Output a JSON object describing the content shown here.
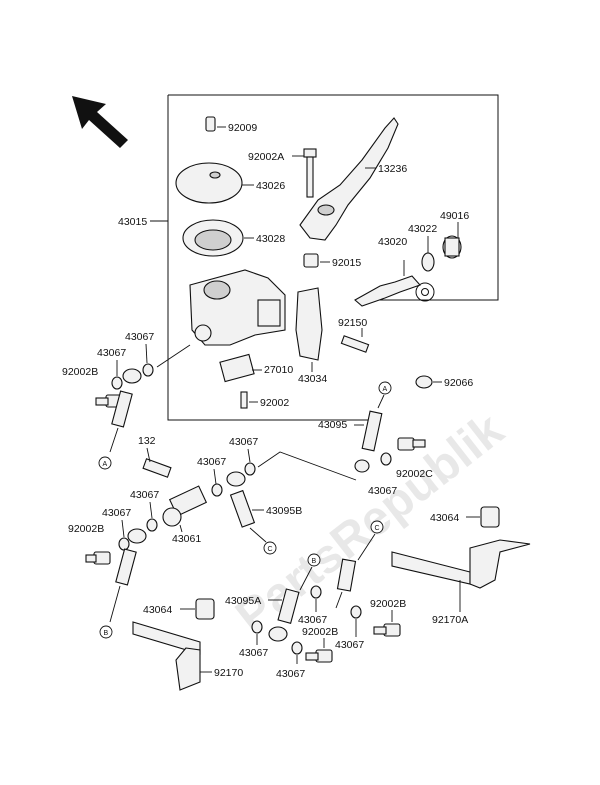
{
  "watermark": "PartsRepublik",
  "labels": {
    "p92009": "92009",
    "p92002A": "92002A",
    "p13236": "13236",
    "p43026": "43026",
    "p43015": "43015",
    "p43028": "43028",
    "p49016": "49016",
    "p43022": "43022",
    "p43020": "43020",
    "p92015": "92015",
    "p92150": "92150",
    "p43067_a": "43067",
    "p43067_b": "43067",
    "p92002B_a": "92002B",
    "p27010": "27010",
    "p43034": "43034",
    "p92066": "92066",
    "p92002": "92002",
    "p43095": "43095",
    "p132": "132",
    "p43067_c": "43067",
    "p43067_d": "43067",
    "p92002C": "92002C",
    "p43067_e": "43067",
    "p43067_f": "43067",
    "p43095B": "43095B",
    "p43064_a": "43064",
    "p92002B_b": "92002B",
    "p43067_g": "43067",
    "p43061": "43061",
    "p43095A": "43095A",
    "p92002B_c": "92002B",
    "p43064_b": "43064",
    "p43067_h": "43067",
    "p92002B_d": "92002B",
    "p43067_i": "43067",
    "p92170A": "92170A",
    "p43067_j": "43067",
    "p92170": "92170",
    "p43067_k": "43067"
  },
  "callouts": {
    "A": "A",
    "B": "B",
    "C": "C"
  }
}
